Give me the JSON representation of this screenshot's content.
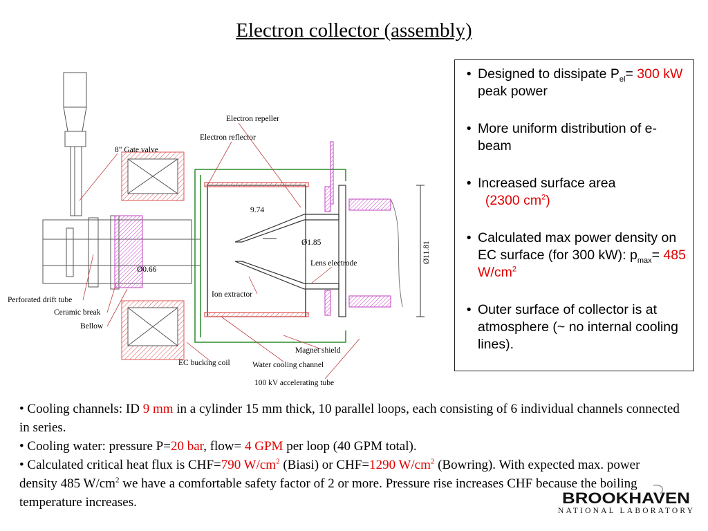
{
  "title": "Electron collector (assembly)",
  "diagram": {
    "labels": {
      "electron_repeller": "Electron repeller",
      "electron_reflector": "Electron reflector",
      "gate_valve": "8\" Gate valve",
      "dim_974": "9.74",
      "dim_185": "Ø1.85",
      "dim_066": "Ø0.66",
      "dim_1181": "Ø11.81",
      "lens_electrode": "Lens electrode",
      "ion_extractor": "Ion extractor",
      "perforated_drift_tube": "Perforated drift tube",
      "ceramic_break": "Ceramic break",
      "bellow": "Bellow",
      "magnet_shield": "Magnet shield",
      "ec_bucking_coil": "EC bucking coil",
      "water_cooling_channel": "Water cooling channel",
      "accelerating_tube": "100 kV accelerating tube"
    }
  },
  "callout": {
    "b1_pre": "Designed to dissipate P",
    "b1_sub": "el",
    "b1_eq": "= ",
    "b1_val": "300 kW",
    "b1_post": " peak power",
    "b2": "More uniform distribution of e-beam",
    "b3_pre": "Increased surface area",
    "b3_val": "(2300 cm",
    "b3_sup": "2",
    "b3_close": ")",
    "b4_pre": "Calculated max power density on EC surface (for 300 kW): p",
    "b4_sub": "max",
    "b4_eq": "= ",
    "b4_val": "485 W/cm",
    "b4_sup": "2",
    "b5": "Outer surface of collector is at atmosphere  (~ no internal cooling  lines)."
  },
  "bottom": {
    "l1_pre": "• Cooling channels: ID ",
    "l1_val": "9 mm",
    "l1_post": " in a cylinder 15 mm thick, 10 parallel loops, each consisting  of 6 individual channels connected in series.",
    "l2_pre": "• Cooling water: pressure P=",
    "l2_val1": "20 bar",
    "l2_mid": ", flow= ",
    "l2_val2": "4 GPM",
    "l2_post": " per loop (40 GPM total).",
    "l3_pre": "• Calculated critical heat flux is CHF=",
    "l3_val1": "790 W/cm",
    "l3_sup1": "2",
    "l3_mid": " (Biasi) or CHF=",
    "l3_val2": "1290 W/cm",
    "l3_sup2": "2",
    "l3_post1": "  (Bowring). With expected max. power  density 485 W/cm",
    "l3_sup3": "2",
    "l3_post2": " we have a comfortable safety factor of 2 or more. Pressure rise increases CHF because the boiling temperature increases."
  },
  "logo": {
    "name": "BROOKHAVEN",
    "sub": "NATIONAL LABORATORY"
  },
  "colors": {
    "highlight": "#e00000",
    "hatch_red": "#e05050",
    "hatch_pink": "#c040c0",
    "shield_green": "#2a8a2a"
  }
}
